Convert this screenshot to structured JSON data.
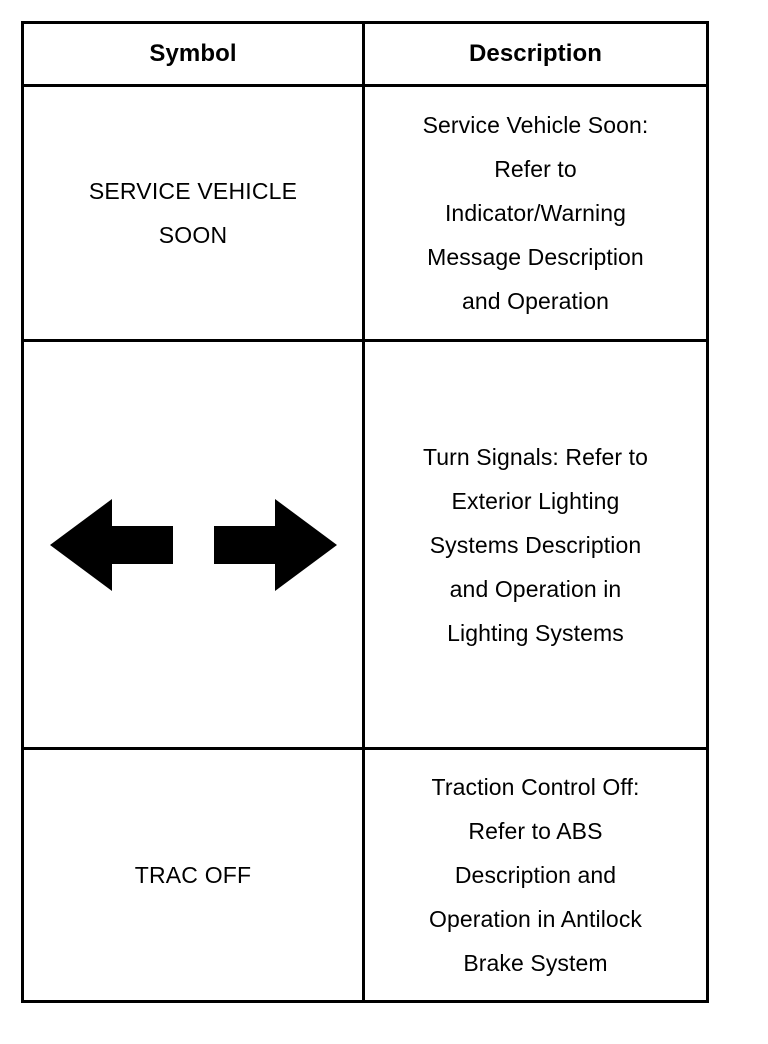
{
  "table": {
    "columns": [
      {
        "key": "symbol",
        "label": "Symbol"
      },
      {
        "key": "description",
        "label": "Description"
      }
    ],
    "rows": [
      {
        "id": "service-vehicle-soon",
        "symbol_kind": "text",
        "symbol_lines": [
          "SERVICE VEHICLE",
          "SOON"
        ],
        "description_lines": [
          "Service Vehicle Soon:",
          "Refer to",
          "Indicator/Warning",
          "Message Description",
          "and Operation"
        ],
        "description_text": "Service Vehicle Soon: Refer to Indicator/Warning Message Description and Operation"
      },
      {
        "id": "turn-signals",
        "symbol_kind": "icons",
        "symbol_icons": [
          "arrow-left-icon",
          "arrow-right-icon"
        ],
        "description_lines": [
          "Turn Signals: Refer to",
          "Exterior Lighting",
          "Systems Description",
          "and Operation in",
          "Lighting Systems"
        ],
        "description_text": "Turn Signals: Refer to Exterior Lighting Systems Description and Operation in Lighting Systems"
      },
      {
        "id": "traction-control-off",
        "symbol_kind": "text",
        "symbol_lines": [
          "TRAC OFF"
        ],
        "description_lines": [
          "Traction Control Off:",
          "Refer to ABS",
          "Description and",
          "Operation in Antilock",
          "Brake System"
        ],
        "description_text": "Traction Control Off: Refer to ABS Description and Operation in Antilock Brake System"
      }
    ]
  },
  "colors": {
    "border": "#000000",
    "background": "#ffffff",
    "text": "#000000",
    "icon": "#000000"
  }
}
